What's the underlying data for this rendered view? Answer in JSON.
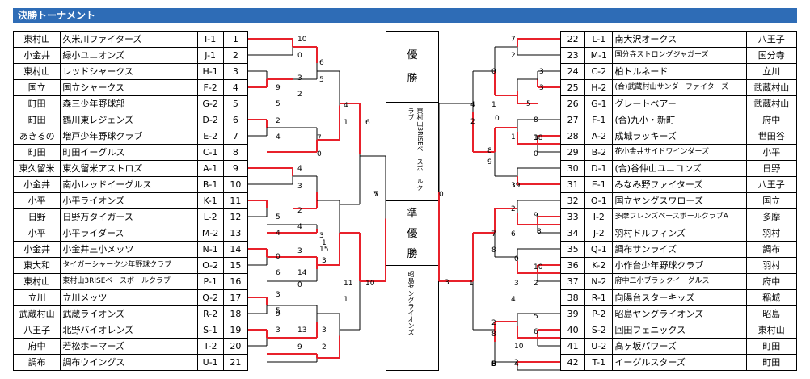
{
  "title": "決勝トーナメント",
  "left_teams": [
    {
      "area": "東村山",
      "name": "久米川ファイターズ",
      "code": "I-1",
      "no": "1"
    },
    {
      "area": "小金井",
      "name": "緑小ユニオンズ",
      "code": "J-1",
      "no": "2"
    },
    {
      "area": "東村山",
      "name": "レッドシャークス",
      "code": "H-1",
      "no": "3"
    },
    {
      "area": "国立",
      "name": "国立シャークス",
      "code": "F-2",
      "no": "4"
    },
    {
      "area": "町田",
      "name": "森三少年野球部",
      "code": "G-2",
      "no": "5"
    },
    {
      "area": "町田",
      "name": "鶴川東レジェンズ",
      "code": "D-2",
      "no": "6"
    },
    {
      "area": "あきるの",
      "name": "増戸少年野球クラブ",
      "code": "E-2",
      "no": "7"
    },
    {
      "area": "町田",
      "name": "町田イーグルス",
      "code": "C-1",
      "no": "8"
    },
    {
      "area": "東久留米",
      "name": "東久留米アストロズ",
      "code": "A-1",
      "no": "9"
    },
    {
      "area": "小金井",
      "name": "南小レッドイーグルス",
      "code": "B-1",
      "no": "10"
    },
    {
      "area": "小平",
      "name": "小平ライオンズ",
      "code": "K-1",
      "no": "11"
    },
    {
      "area": "日野",
      "name": "日野万タイガース",
      "code": "L-2",
      "no": "12"
    },
    {
      "area": "小平",
      "name": "小平ライダース",
      "code": "M-2",
      "no": "13"
    },
    {
      "area": "小金井",
      "name": "小金井三小メッツ",
      "code": "N-1",
      "no": "14"
    },
    {
      "area": "東大和",
      "name": "タイガーシャーク少年野球クラブ",
      "code": "O-2",
      "no": "15"
    },
    {
      "area": "東村山",
      "name": "東村山3RISEベースボールクラブ",
      "code": "P-1",
      "no": "16"
    },
    {
      "area": "立川",
      "name": "立川メッツ",
      "code": "Q-2",
      "no": "17"
    },
    {
      "area": "武蔵村山",
      "name": "武蔵ライオンズ",
      "code": "R-2",
      "no": "18"
    },
    {
      "area": "八王子",
      "name": "北野バイオレンズ",
      "code": "S-1",
      "no": "19"
    },
    {
      "area": "府中",
      "name": "若松ホーマーズ",
      "code": "T-2",
      "no": "20"
    },
    {
      "area": "調布",
      "name": "調布ウイングス",
      "code": "U-1",
      "no": "21"
    }
  ],
  "right_teams": [
    {
      "no": "22",
      "code": "L-1",
      "name": "南大沢オークス",
      "area": "八王子"
    },
    {
      "no": "23",
      "code": "M-1",
      "name": "国分寺ストロングジャガーズ",
      "area": "国分寺"
    },
    {
      "no": "24",
      "code": "C-2",
      "name": "柏トルネード",
      "area": "立川"
    },
    {
      "no": "25",
      "code": "H-2",
      "name": "(合)武蔵村山サンダーファイターズ",
      "area": "武蔵村山"
    },
    {
      "no": "26",
      "code": "G-1",
      "name": "グレートベアー",
      "area": "武蔵村山"
    },
    {
      "no": "27",
      "code": "F-1",
      "name": "(合)九小・新町",
      "area": "府中"
    },
    {
      "no": "28",
      "code": "A-2",
      "name": "成城ラッキーズ",
      "area": "世田谷"
    },
    {
      "no": "29",
      "code": "B-2",
      "name": "花小金井サイドワインダーズ",
      "area": "小平"
    },
    {
      "no": "30",
      "code": "D-1",
      "name": "(合)谷仲山ユニコンズ",
      "area": "日野"
    },
    {
      "no": "31",
      "code": "E-1",
      "name": "みなみ野ファイターズ",
      "area": "八王子"
    },
    {
      "no": "32",
      "code": "O-1",
      "name": "国立ヤングスワローズ",
      "area": "国立"
    },
    {
      "no": "33",
      "code": "I-2",
      "name": "多摩フレンズベースボールクラブA",
      "area": "多摩"
    },
    {
      "no": "34",
      "code": "J-2",
      "name": "羽村ドルフィンズ",
      "area": "羽村"
    },
    {
      "no": "35",
      "code": "Q-1",
      "name": "調布サンライズ",
      "area": "調布"
    },
    {
      "no": "36",
      "code": "K-2",
      "name": "小作台少年野球クラブ",
      "area": "羽村"
    },
    {
      "no": "37",
      "code": "N-2",
      "name": "府中二小ブラックイーグルス",
      "area": "府中"
    },
    {
      "no": "38",
      "code": "R-1",
      "name": "向陽台スターキッズ",
      "area": "稲城"
    },
    {
      "no": "39",
      "code": "P-2",
      "name": "昭島ヤングライオンズ",
      "area": "昭島"
    },
    {
      "no": "40",
      "code": "S-2",
      "name": "回田フェニックス",
      "area": "東村山"
    },
    {
      "no": "41",
      "code": "U-2",
      "name": "高ヶ坂パワーズ",
      "area": "町田"
    },
    {
      "no": "42",
      "code": "T-1",
      "name": "イーグルスターズ",
      "area": "町田"
    }
  ],
  "center": {
    "winner_label": [
      "優",
      "勝"
    ],
    "winner_team": "東村山3RISEベースボールクラブ",
    "runnerup_label": [
      "準",
      "優",
      "勝"
    ],
    "runnerup_team": "昭島ヤングライオンズ"
  },
  "scores": [
    "10",
    "0",
    "6",
    "5",
    "3",
    "2",
    "9",
    "5",
    "4",
    "1",
    "6",
    "2",
    "4",
    "7",
    "0",
    "4",
    "3",
    "7",
    "2",
    "4",
    "3",
    "5",
    "4",
    "1",
    "3",
    "0",
    "6",
    "15",
    "3",
    "11",
    "10",
    "14",
    "0",
    "3",
    "5",
    "9",
    "3",
    "13",
    "9",
    "3",
    "2",
    "1",
    "5",
    "0",
    "7",
    "2",
    "0",
    "1",
    "3",
    "3",
    "5",
    "4",
    "2",
    "3",
    "0",
    "8",
    "1",
    "9",
    "3",
    "8",
    "18",
    "1",
    "0",
    "19",
    "3",
    "1",
    "2",
    "9",
    "8",
    "6",
    "7",
    "8",
    "0",
    "10",
    "2",
    "3",
    "2",
    "8",
    "5",
    "6",
    "4",
    "10",
    "2",
    "0",
    "4",
    "8",
    "3",
    "3",
    "6",
    "8",
    "0",
    "3"
  ]
}
